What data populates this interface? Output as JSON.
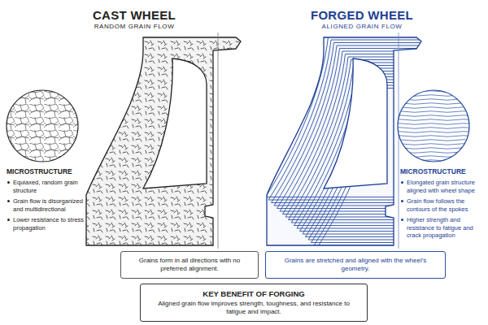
{
  "diagram": {
    "nodes": [
      {
        "text": [
          "Grains form in all directions with no preferred alignment."
        ]
      },
      {
        "text": [
          "Grains are stretched and aligned with the wheel's geometry."
        ]
      },
      {
        "text": [
          "KEY BENEFIT OF FORGING",
          "Aligned grain flow improves strength, toughness, and resistance to fatigue and impact."
        ]
      }
    ],
    "labels": [
      "CAST WHEEL",
      "RANDOM GRAIN FLOW",
      "FORGED WHEEL",
      "ALIGNED GRAIN FLOW",
      "MICROSTRUCTURE",
      "Equiaxed, random grain structure",
      "Grain flow is disorganized and multidirectional",
      "Lower resistance to stress propagation",
      "MICROSTRUCTURE",
      "Elongated grain structure aligned with wheel shape",
      "Grain flow follows the contours of the spokes",
      "Higher strength and resistance to fatigue and crack propagation"
    ]
  }
}
